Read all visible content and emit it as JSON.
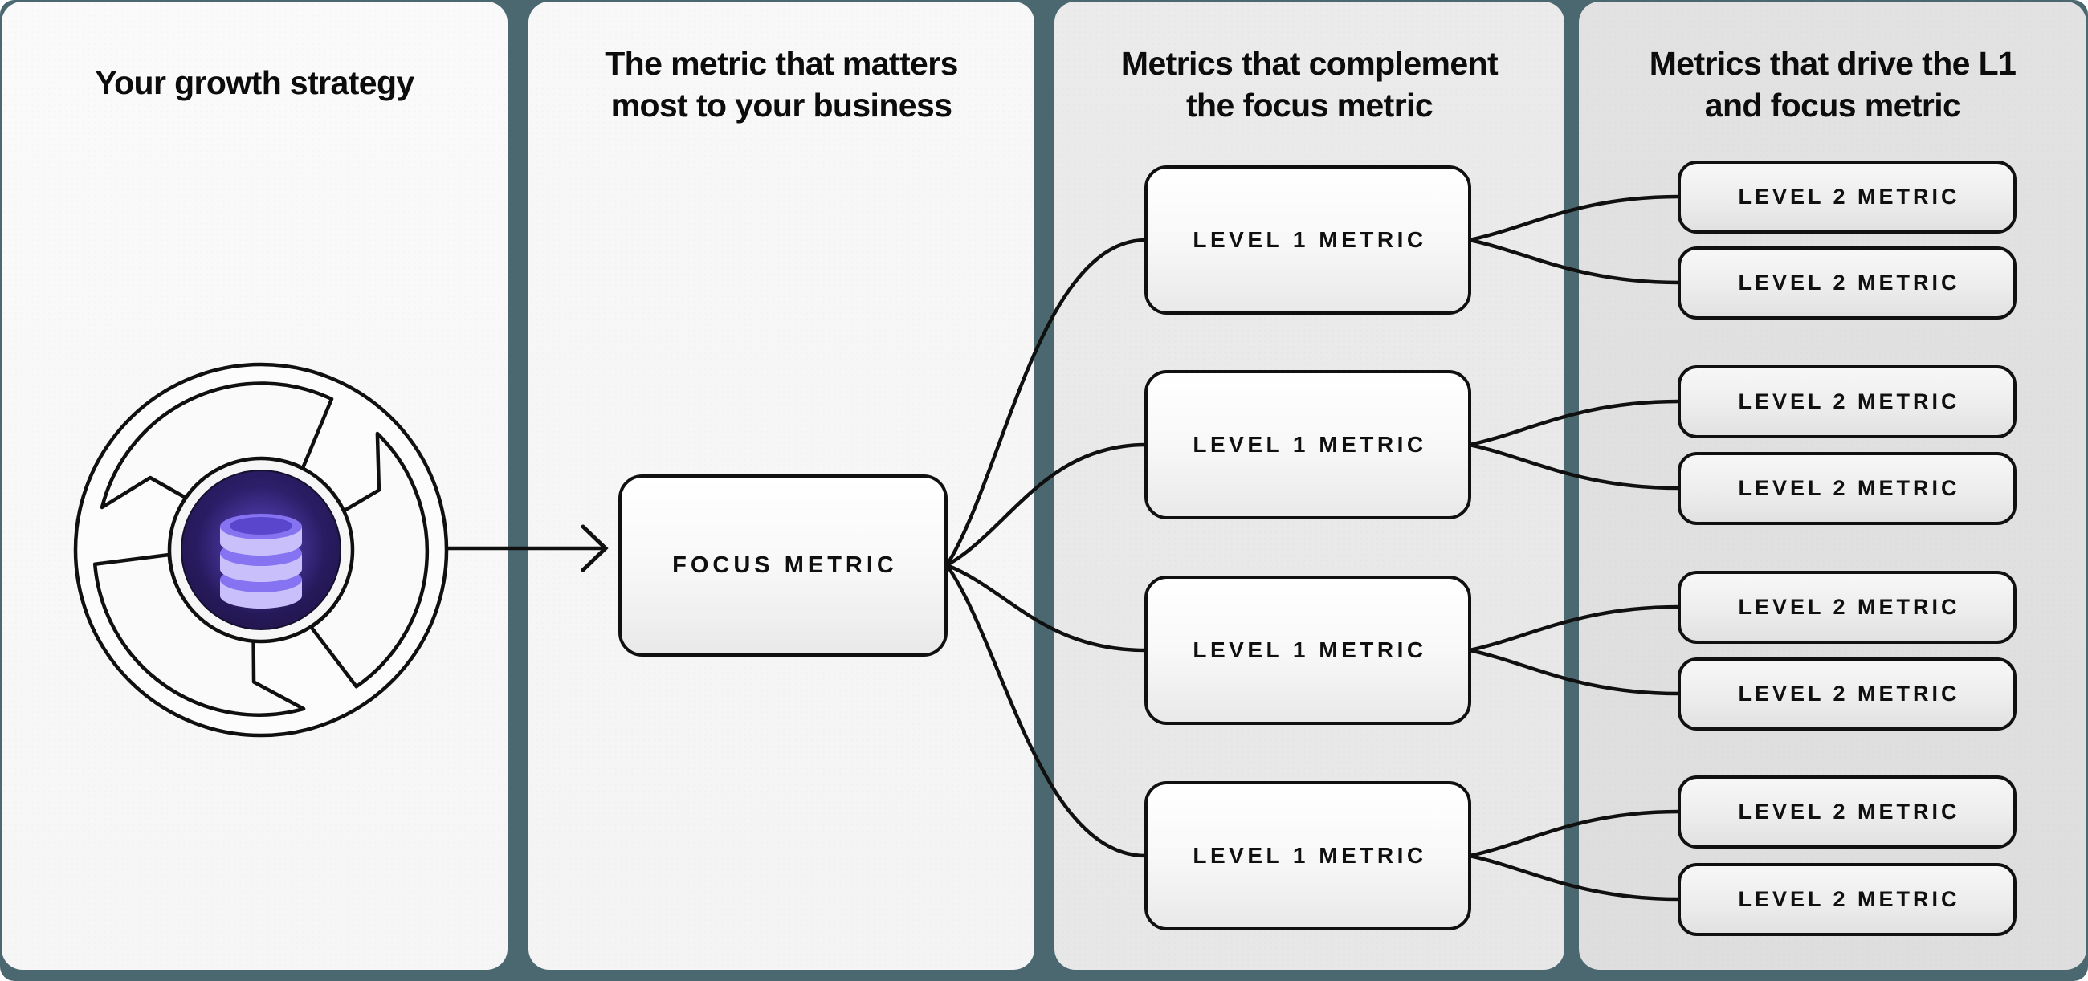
{
  "diagram": {
    "columns": [
      {
        "title_line1": "Your growth strategy",
        "title_line2": ""
      },
      {
        "title_line1": "The metric that matters",
        "title_line2": "most to your business"
      },
      {
        "title_line1": "Metrics that complement",
        "title_line2": "the focus metric"
      },
      {
        "title_line1": "Metrics that drive the L1",
        "title_line2": "and focus metric"
      }
    ],
    "nodes": {
      "focus_label": "FOCUS METRIC",
      "level1": [
        {
          "label": "LEVEL 1 METRIC"
        },
        {
          "label": "LEVEL 1 METRIC"
        },
        {
          "label": "LEVEL 1 METRIC"
        },
        {
          "label": "LEVEL 1 METRIC"
        }
      ],
      "level2": [
        {
          "label": "LEVEL 2 METRIC"
        },
        {
          "label": "LEVEL 2 METRIC"
        },
        {
          "label": "LEVEL 2 METRIC"
        },
        {
          "label": "LEVEL 2 METRIC"
        },
        {
          "label": "LEVEL 2 METRIC"
        },
        {
          "label": "LEVEL 2 METRIC"
        },
        {
          "label": "LEVEL 2 METRIC"
        },
        {
          "label": "LEVEL 2 METRIC"
        }
      ]
    },
    "icons": {
      "flywheel": "flywheel-icon",
      "database": "database-icon",
      "arrow": "arrow-right-icon"
    },
    "colors": {
      "backdrop_teal": "#4b6871",
      "panel_light": "#f8f8f8",
      "panel_gray": "#e9e9e9",
      "panel_dark": "#e0e0e1",
      "outline_black": "#101010",
      "core_purple": "#2b1d66",
      "db_purple_light": "#c9bffb",
      "db_purple": "#8573f1"
    }
  }
}
